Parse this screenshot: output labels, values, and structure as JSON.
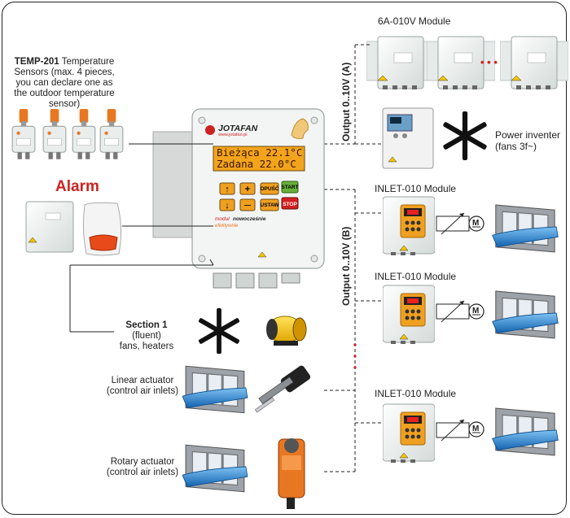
{
  "module_6a": {
    "title": "6A-010V Module",
    "dots": "• • •"
  },
  "output_a_label": "Output 0..10V (A)",
  "output_b_label": "Output 0..10V (B)",
  "power_inverter": {
    "line1": "Power inventer",
    "line2": "(fans 3f~)"
  },
  "inlet_modules": [
    {
      "title": "INLET-010 Module"
    },
    {
      "title": "INLET-010 Module"
    },
    {
      "title": "INLET-010 Module"
    }
  ],
  "temp_sensors": {
    "name": "TEMP-201",
    "line1_rest": " Temperature",
    "line2": "Sensors (max. 4 pieces,",
    "line3": "you can declare one as",
    "line4": "the outdoor temperature",
    "line5": "sensor)"
  },
  "alarm_label": "Alarm",
  "controller": {
    "brand": "JOTAFAN",
    "url": "www.jotafan.pl",
    "lcd_line1": "Bieżąca  22.1°C",
    "lcd_line2": "Zadana   22.0°C",
    "keys": {
      "up": "↑",
      "plus": "+",
      "down": "↓",
      "minus": "—",
      "opusc": "OPUŚĆ",
      "ustaw": "USTAW",
      "start": "START",
      "stop": "STOP"
    },
    "slogan1": "moduł",
    "slogan2": "nowocześnie",
    "slogan3": "efektywnie"
  },
  "section1": {
    "title": "Section 1",
    "line2": "(fluent)",
    "line3": "fans, heaters"
  },
  "linear_actuator": {
    "line1": "Linear actuator",
    "line2": "(control air inlets)"
  },
  "rotary_actuator": {
    "line1": "Rotary actuator",
    "line2": "(control air inlets)"
  },
  "motor_symbol": "M",
  "colors": {
    "alarm": "#cc2222",
    "orange": "#e87722",
    "lcd": "#f2a41c",
    "wire": "#222222",
    "water": "#1f78c8",
    "panel": "#e9eeec"
  }
}
